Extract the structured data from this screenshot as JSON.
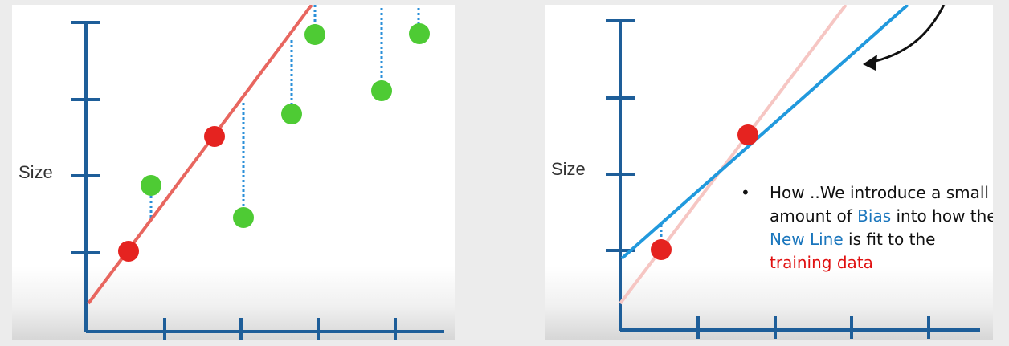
{
  "left_panel": {
    "y_axis_label": "Size"
  },
  "right_panel": {
    "y_axis_label": "Size",
    "caption": {
      "bullet": "•",
      "part1": "How ..We introduce a small amount of ",
      "highlight1": "Bias",
      "part2": " into how the ",
      "highlight2": "New Line",
      "part3": " is fit to the ",
      "highlight3": "training data"
    }
  },
  "colors": {
    "axis": "#1e5e99",
    "old_line": "#e8665f",
    "old_line_faded": "#f6c6c3",
    "new_line": "#2199dd",
    "training_point": "#e52320",
    "testing_point": "#4ecb34",
    "residual": "#2a8fd8",
    "arrow": "#111111",
    "highlight_blue": "#1a76bd",
    "highlight_red": "#e01010"
  }
}
